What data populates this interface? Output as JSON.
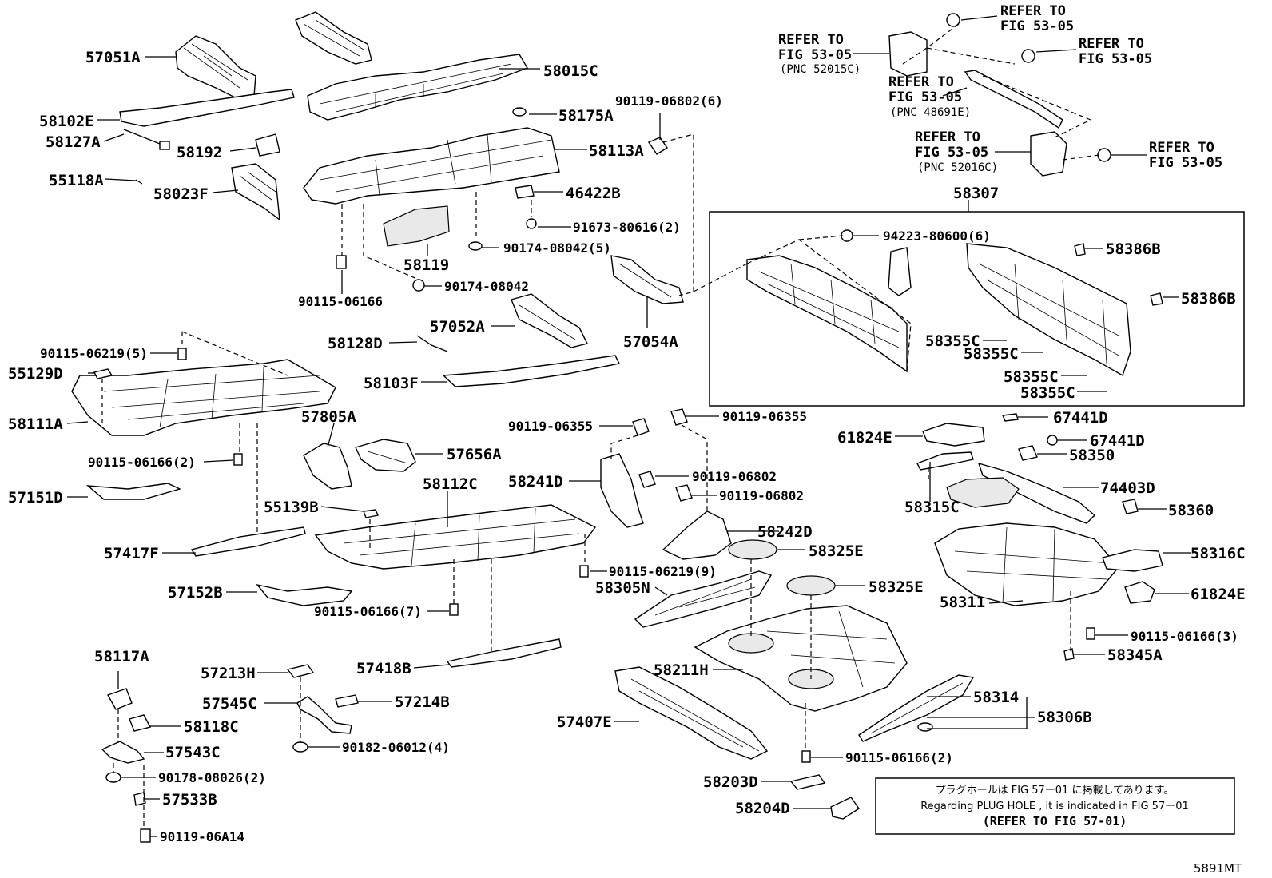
{
  "labels": {
    "l57051A": "57051A",
    "l58015C": "58015C",
    "l58102E": "58102E",
    "l58127A": "58127A",
    "l58192": "58192",
    "l55118A": "55118A",
    "l58023F": "58023F",
    "l58175A": "58175A",
    "l90119_06802_6": "90119-06802(6)",
    "l58113A": "58113A",
    "l46422B": "46422B",
    "l91673_80616_2": "91673-80616(2)",
    "l90174_08042_5": "90174-08042(5)",
    "l58119": "58119",
    "l90174_08042": "90174-08042",
    "l90115_06166": "90115-06166",
    "l57052A": "57052A",
    "l57054A": "57054A",
    "l58128D": "58128D",
    "l58103F": "58103F",
    "l90115_06219_5": "90115-06219(5)",
    "l55129D": "55129D",
    "l58111A": "58111A",
    "l90115_06166_2a": "90115-06166(2)",
    "l57151D": "57151D",
    "l57805A": "57805A",
    "l57656A": "57656A",
    "l58112C": "58112C",
    "l55139B": "55139B",
    "l57417F": "57417F",
    "l57152B": "57152B",
    "l90115_06166_7": "90115-06166(7)",
    "l90115_06219_9": "90115-06219(9)",
    "l57418B": "57418B",
    "l90119_06355a": "90119-06355",
    "l90119_06355b": "90119-06355",
    "l58241D": "58241D",
    "l90119_06802a": "90119-06802",
    "l90119_06802b": "90119-06802",
    "l58242D": "58242D",
    "l58325Ea": "58325E",
    "l58305N": "58305N",
    "l58325Eb": "58325E",
    "l58211H": "58211H",
    "l57407E": "57407E",
    "l58203D": "58203D",
    "l58204D": "58204D",
    "l90115_06166_2b": "90115-06166(2)",
    "l58314": "58314",
    "l58306B": "58306B",
    "l58117A": "58117A",
    "l57213H": "57213H",
    "l57545C": "57545C",
    "l57214B": "57214B",
    "l58118C": "58118C",
    "l57543C": "57543C",
    "l90182_06012_4": "90182-06012(4)",
    "l90178_08026_2": "90178-08026(2)",
    "l57533B": "57533B",
    "l90119_06A14": "90119-06A14",
    "l58307": "58307",
    "l94223_80600_6": "94223-80600(6)",
    "l58386Ba": "58386B",
    "l58386Bb": "58386B",
    "l58355C1": "58355C",
    "l58355C2": "58355C",
    "l58355C3": "58355C",
    "l58355C4": "58355C",
    "l67441Da": "67441D",
    "l61824Ea": "61824E",
    "l67441Db": "67441D",
    "l58350": "58350",
    "l74403D": "74403D",
    "l58315C": "58315C",
    "l58360": "58360",
    "l58316C": "58316C",
    "l58311": "58311",
    "l61824Eb": "61824E",
    "l90115_06166_3": "90115-06166(3)",
    "l58345A": "58345A"
  },
  "refs": {
    "r1_a": "REFER TO",
    "r1_b": "FIG 53-05",
    "r2_a": "REFER TO",
    "r2_b": "FIG 53-05",
    "r2_c": "(PNC 52015C)",
    "r3_a": "REFER TO",
    "r3_b": "FIG 53-05",
    "r4_a": "REFER TO",
    "r4_b": "FIG 53-05",
    "r4_c": "(PNC 48691E)",
    "r5_a": "REFER TO",
    "r5_b": "FIG 53-05",
    "r5_c": "(PNC 52016C)",
    "r6_a": "REFER TO",
    "r6_b": "FIG 53-05"
  },
  "note": {
    "line1": "プラグホールは FIG 57ー01 に掲載してあります。",
    "line2": "Regarding  PLUG  HOLE , it is indicated in FIG  57ー01",
    "line3": "(REFER TO FIG 57-01)"
  },
  "figure_code": "5891MT"
}
